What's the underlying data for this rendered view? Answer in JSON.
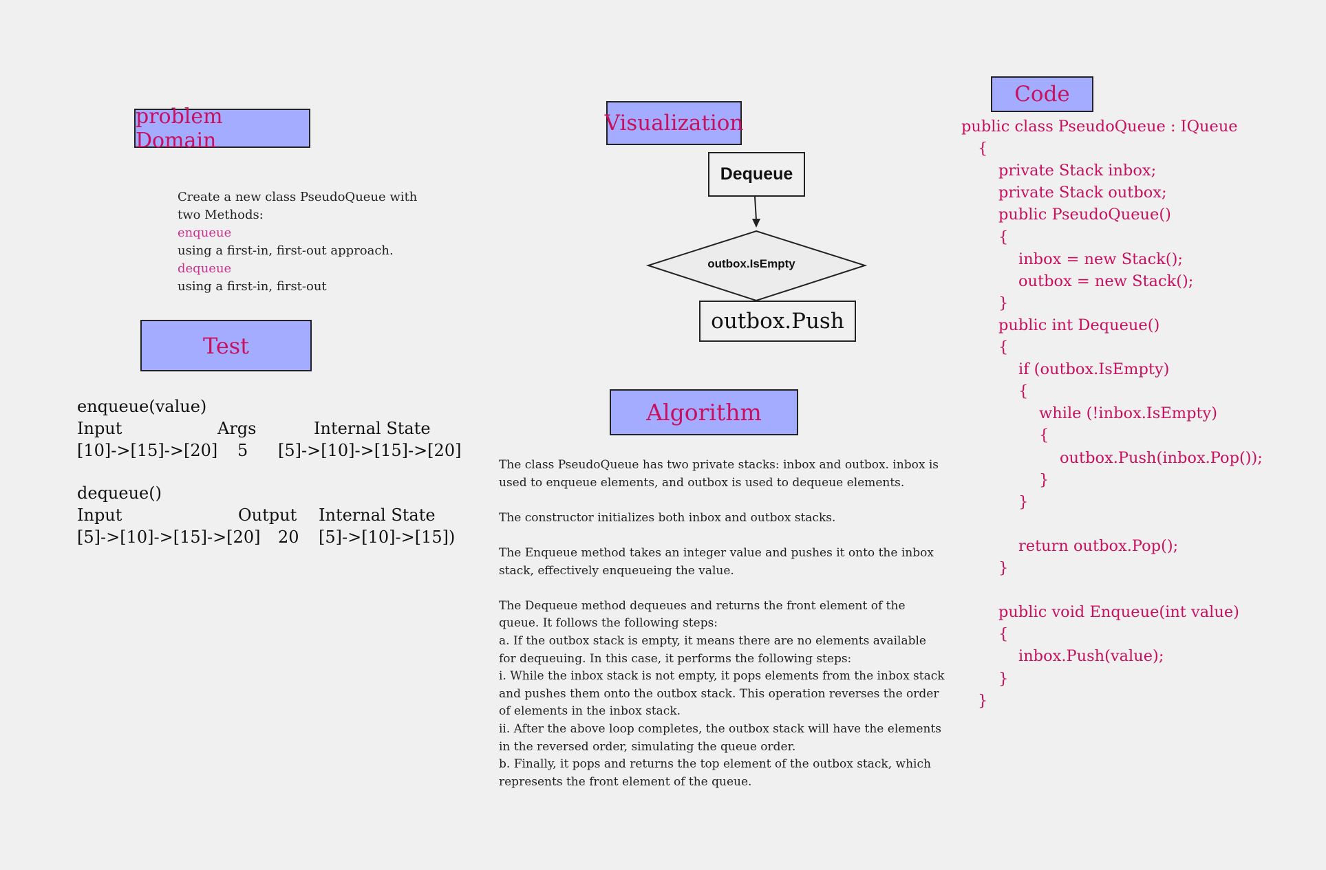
{
  "problem_domain": {
    "title": "problem Domain",
    "lines": [
      {
        "text": "Create a new class PseudoQueue with",
        "pink": false
      },
      {
        "text": "two Methods:",
        "pink": false
      },
      {
        "text": "enqueue",
        "pink": true
      },
      {
        "text": "using a first-in, first-out approach.",
        "pink": false
      },
      {
        "text": "dequeue",
        "pink": true
      },
      {
        "text": "using a first-in, first-out",
        "pink": false
      }
    ]
  },
  "test": {
    "title": "Test",
    "enqueue": {
      "signature": "enqueue(value)",
      "headers": [
        "Input",
        "Args",
        "Internal State"
      ],
      "row": [
        "[10]->[15]->[20]",
        "5",
        "[5]->[10]->[15]->[20]"
      ]
    },
    "dequeue": {
      "signature": "dequeue()",
      "headers": [
        "Input",
        "Output",
        "Internal State"
      ],
      "row": [
        "[5]->[10]->[15]->[20]",
        "20",
        "[5]->[10]->[15])"
      ]
    }
  },
  "visualization": {
    "title": "Visualization",
    "start_node": "Dequeue",
    "decision_node": "outbox.IsEmpty",
    "process_node": "outbox.Push"
  },
  "algorithm": {
    "title": "Algorithm",
    "paragraphs": [
      [
        "The class PseudoQueue has two private stacks: inbox and outbox. inbox is",
        "used to enqueue elements, and outbox is used to dequeue elements."
      ],
      [
        "The constructor initializes both inbox and outbox stacks."
      ],
      [
        "The Enqueue method takes an integer value and pushes it onto the inbox",
        "stack, effectively enqueueing the value."
      ],
      [
        "The Dequeue method dequeues and returns the front element of the",
        "queue. It follows the following steps:",
        "a. If the outbox stack is empty, it means there are no elements available",
        "for dequeuing. In this case, it performs the following steps:",
        "i. While the inbox stack is not empty, it pops elements from the inbox stack",
        "and pushes them onto the outbox stack. This operation reverses the order",
        "of elements in the inbox stack.",
        "ii. After the above loop completes, the outbox stack will have the elements",
        "in the reversed order, simulating the queue order.",
        "b. Finally, it pops and returns the top element of the outbox stack, which",
        "represents the front element of the queue."
      ]
    ]
  },
  "code": {
    "title": "Code",
    "lines": [
      {
        "text": "public class PseudoQueue : IQueue",
        "indent": 0
      },
      {
        "text": "{",
        "indent": 1
      },
      {
        "text": "private Stack inbox;",
        "indent": 2
      },
      {
        "text": "private Stack outbox;",
        "indent": 2
      },
      {
        "text": "public PseudoQueue()",
        "indent": 2
      },
      {
        "text": "{",
        "indent": 2
      },
      {
        "text": "inbox = new Stack();",
        "indent": 3
      },
      {
        "text": "outbox = new Stack();",
        "indent": 3
      },
      {
        "text": "}",
        "indent": 2
      },
      {
        "text": "public int Dequeue()",
        "indent": 2
      },
      {
        "text": "{",
        "indent": 2
      },
      {
        "text": "if (outbox.IsEmpty)",
        "indent": 3
      },
      {
        "text": "{",
        "indent": 3
      },
      {
        "text": "while (!inbox.IsEmpty)",
        "indent": 4
      },
      {
        "text": "{",
        "indent": 4
      },
      {
        "text": "outbox.Push(inbox.Pop());",
        "indent": 5
      },
      {
        "text": "}",
        "indent": 4
      },
      {
        "text": "}",
        "indent": 3
      },
      {
        "text": "",
        "indent": 0
      },
      {
        "text": "return outbox.Pop();",
        "indent": 3
      },
      {
        "text": "}",
        "indent": 2
      },
      {
        "text": "",
        "indent": 0
      },
      {
        "text": "public void Enqueue(int value)",
        "indent": 2
      },
      {
        "text": "{",
        "indent": 2
      },
      {
        "text": "inbox.Push(value);",
        "indent": 3
      },
      {
        "text": "}",
        "indent": 2
      },
      {
        "text": "}",
        "indent": 1
      }
    ]
  }
}
